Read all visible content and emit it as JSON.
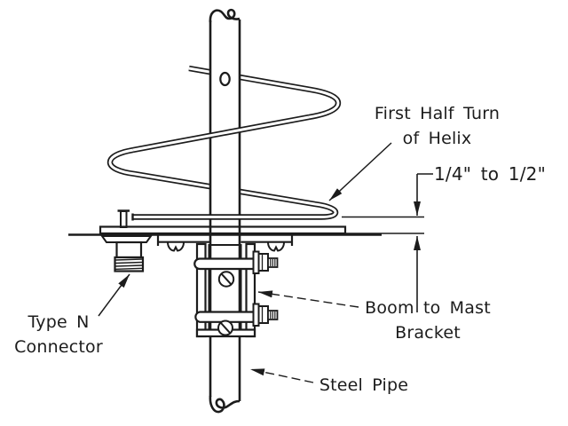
{
  "diagram": {
    "colors": {
      "background": "#ffffff",
      "line": "#1c1c1c"
    },
    "labels": {
      "first_half_turn": {
        "line1": "First Half Turn",
        "line2": "of Helix"
      },
      "gap_dimension": "1/4\" to 1/2\"",
      "connector": {
        "line1": "Type N",
        "line2": "Connector"
      },
      "bracket": {
        "line1": "Boom to Mast",
        "line2": "Bracket"
      },
      "steel_pipe": "Steel Pipe"
    }
  }
}
